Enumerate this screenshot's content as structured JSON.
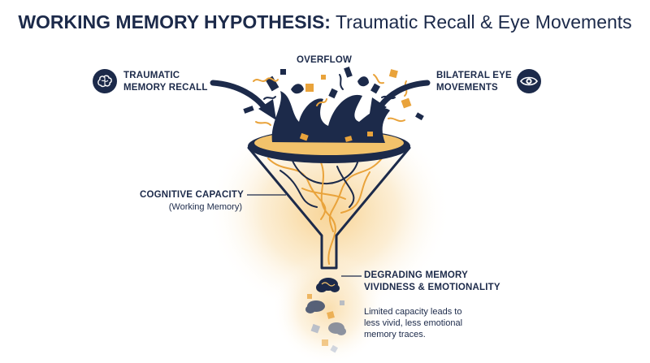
{
  "title": {
    "bold": "WORKING MEMORY HYPOTHESIS:",
    "light": "Traumatic Recall & Eye Movements"
  },
  "labels": {
    "overflow": "OVERFLOW",
    "traumatic_line1": "TRAUMATIC",
    "traumatic_line2": "MEMORY RECALL",
    "bilateral_line1": "BILATERAL EYE",
    "bilateral_line2": "MOVEMENTS",
    "cognitive_line1": "COGNITIVE CAPACITY",
    "cognitive_line2": "(Working Memory)",
    "degrading_line1": "DEGRADING MEMORY",
    "degrading_line2": "VIVIDNESS & EMOTIONALITY",
    "note_line1": "Limited capacity leads to",
    "note_line2": "less vivid, less emotional",
    "note_line3": "memory traces."
  },
  "icons": {
    "left": "brain-icon",
    "right": "eye-icon"
  },
  "colors": {
    "navy": "#1c2a4a",
    "orange": "#e9a33b",
    "glow": "#f6c878"
  }
}
